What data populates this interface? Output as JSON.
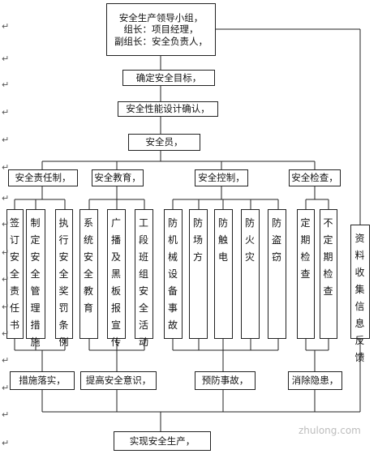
{
  "top": {
    "lines": [
      "安全生产领导小组，",
      "组长：项目经理，",
      "副组长：安全负责人，"
    ]
  },
  "step1": "确定安全目标，",
  "step2": "安全性能设计确认，",
  "step3": "安全员，",
  "categories": [
    "安全责任制，",
    "安全教育，",
    "安全控制，",
    "安全检查，"
  ],
  "columns": [
    "签订安全责任书",
    "制定安全管理措施",
    "执行安全奖罚条例",
    "系统安全教育",
    "广播及黑板报宣传",
    "工段班组安全活动",
    "防机械设备事故",
    "防场方",
    "防触电",
    "防火灾",
    "防盗窃",
    "定期检查",
    "不定期检查",
    "资料收集信息反馈"
  ],
  "results": [
    "措施落实，",
    "提高安全意识，",
    "预防事故，",
    "消除隐患，"
  ],
  "final": "实现安全生产，",
  "paragraph_mark": "↵",
  "watermark": "zhulong.com"
}
